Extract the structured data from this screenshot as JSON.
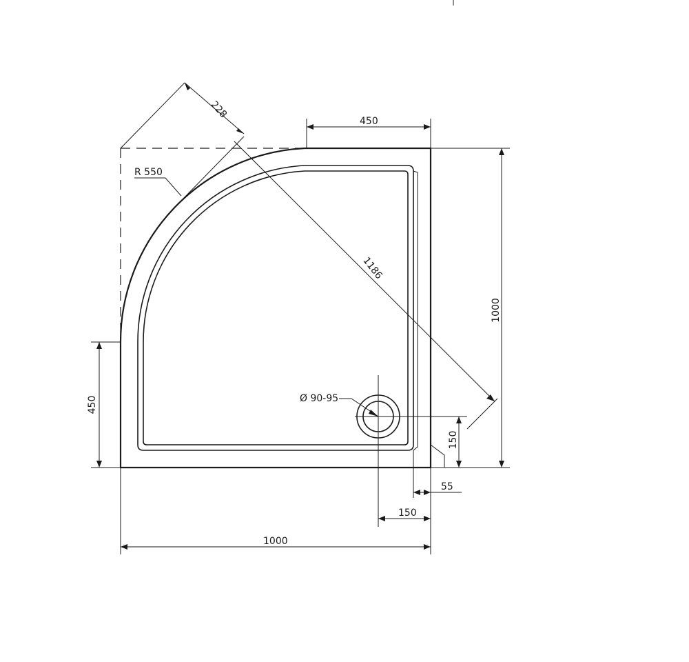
{
  "dimensions": {
    "top_straight_width": "450",
    "corner_offset": "228",
    "radius": "R 550",
    "diagonal": "1186",
    "total_height": "1000",
    "left_straight_height": "450",
    "drain_diameter": "Ø 90-95",
    "drain_from_bottom": "150",
    "rim_offset": "55",
    "drain_from_right": "150",
    "total_width": "1000"
  }
}
